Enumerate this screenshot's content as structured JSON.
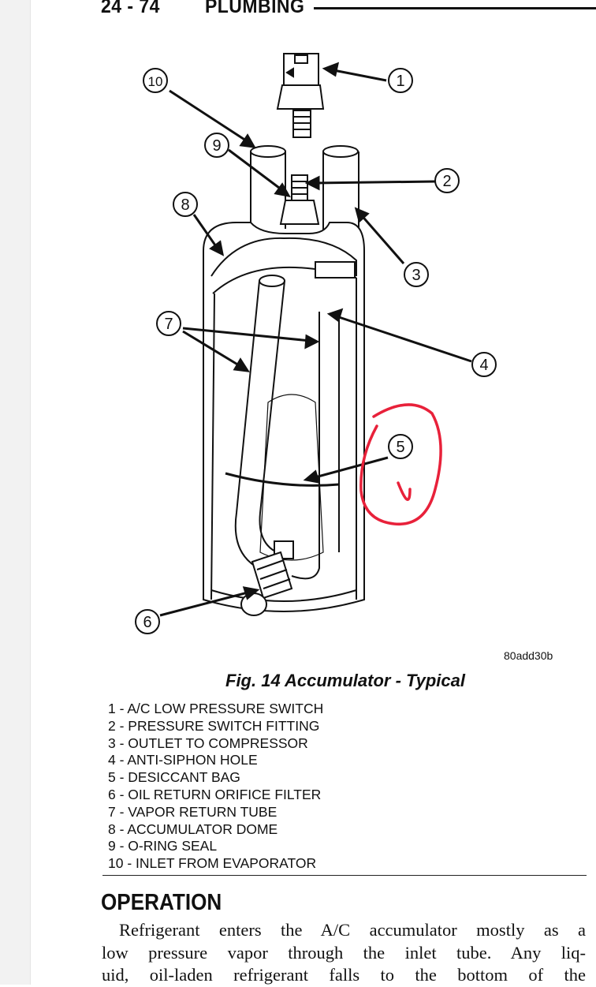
{
  "header": {
    "page_number": "24 - 74",
    "section": "PLUMBING"
  },
  "figure": {
    "code": "80add30b",
    "caption": "Fig. 14 Accumulator - Typical",
    "callouts": [
      "1",
      "2",
      "3",
      "4",
      "5",
      "6",
      "7",
      "8",
      "9",
      "10"
    ]
  },
  "legend": [
    "1 - A/C LOW PRESSURE SWITCH",
    "2 - PRESSURE SWITCH FITTING",
    "3 - OUTLET TO COMPRESSOR",
    "4 - ANTI-SIPHON HOLE",
    "5 - DESICCANT BAG",
    "6 - OIL RETURN ORIFICE FILTER",
    "7 - VAPOR RETURN TUBE",
    "8 - ACCUMULATOR DOME",
    "9 - O-RING SEAL",
    "10 - INLET FROM EVAPORATOR"
  ],
  "operation": {
    "title": "OPERATION",
    "lines": [
      "Refrigerant enters the A/C accumulator mostly as a",
      "low pressure vapor through the inlet tube. Any liq-",
      "uid, oil-laden refrigerant falls to the bottom of the"
    ]
  },
  "annotation_color": "#e8213a"
}
